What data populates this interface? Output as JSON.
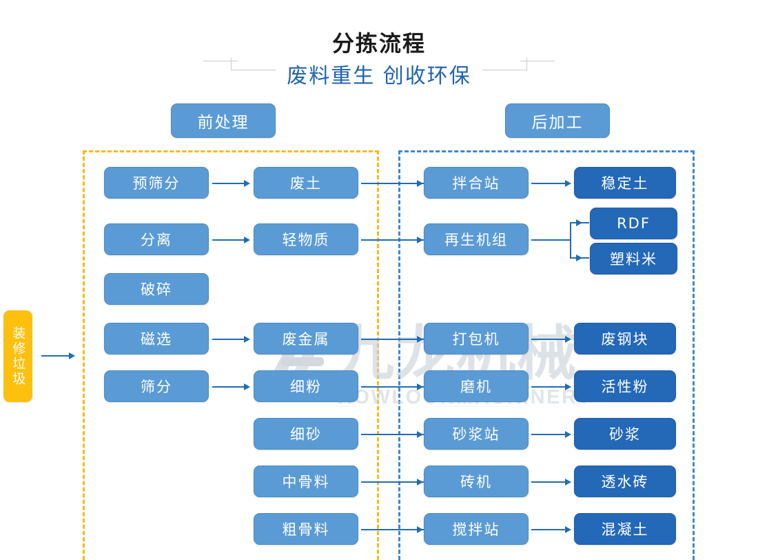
{
  "header": {
    "title": "分拣流程",
    "subtitle": "废料重生 创收环保"
  },
  "sections": {
    "pre_label": "前处理",
    "post_label": "后加工"
  },
  "input": {
    "label": "装修垃圾"
  },
  "watermark": {
    "cn": "九龙机械",
    "en": "KOWLOONMACHINERY"
  },
  "colors": {
    "node_light": "#5b9bd5",
    "node_dark": "#2468b8",
    "input_yellow": "#fdc00f",
    "dash_pre": "#fcb813",
    "dash_post": "#3e86d2",
    "arrow": "#1f6cb5",
    "title": "#1a1a1a",
    "subtitle": "#1e62ae"
  },
  "nodes": {
    "pre_process": [
      {
        "id": "presort",
        "label": "预筛分"
      },
      {
        "id": "separate",
        "label": "分离"
      },
      {
        "id": "crush",
        "label": "破碎"
      },
      {
        "id": "magnetic",
        "label": "磁选"
      },
      {
        "id": "sieve",
        "label": "筛分"
      }
    ],
    "materials": [
      {
        "id": "waste-soil",
        "label": "废土"
      },
      {
        "id": "light-material",
        "label": "轻物质"
      },
      {
        "id": "waste-metal",
        "label": "废金属"
      },
      {
        "id": "fine-powder",
        "label": "细粉"
      },
      {
        "id": "fine-sand",
        "label": "细砂"
      },
      {
        "id": "medium-aggregate",
        "label": "中骨料"
      },
      {
        "id": "coarse-aggregate",
        "label": "粗骨料"
      }
    ],
    "equipment": [
      {
        "id": "mixing-station",
        "label": "拌合站"
      },
      {
        "id": "recycling-unit",
        "label": "再生机组"
      },
      {
        "id": "baler",
        "label": "打包机"
      },
      {
        "id": "grinder",
        "label": "磨机"
      },
      {
        "id": "mortar-station",
        "label": "砂浆站"
      },
      {
        "id": "brick-machine",
        "label": "砖机"
      },
      {
        "id": "concrete-station",
        "label": "搅拌站"
      }
    ],
    "products": [
      {
        "id": "stabilized-soil",
        "label": "稳定土"
      },
      {
        "id": "rdf",
        "label": "RDF"
      },
      {
        "id": "plastic-pellets",
        "label": "塑料米"
      },
      {
        "id": "scrap-steel",
        "label": "废钢块"
      },
      {
        "id": "active-powder",
        "label": "活性粉"
      },
      {
        "id": "mortar",
        "label": "砂浆"
      },
      {
        "id": "permeable-brick",
        "label": "透水砖"
      },
      {
        "id": "concrete",
        "label": "混凝土"
      }
    ]
  }
}
